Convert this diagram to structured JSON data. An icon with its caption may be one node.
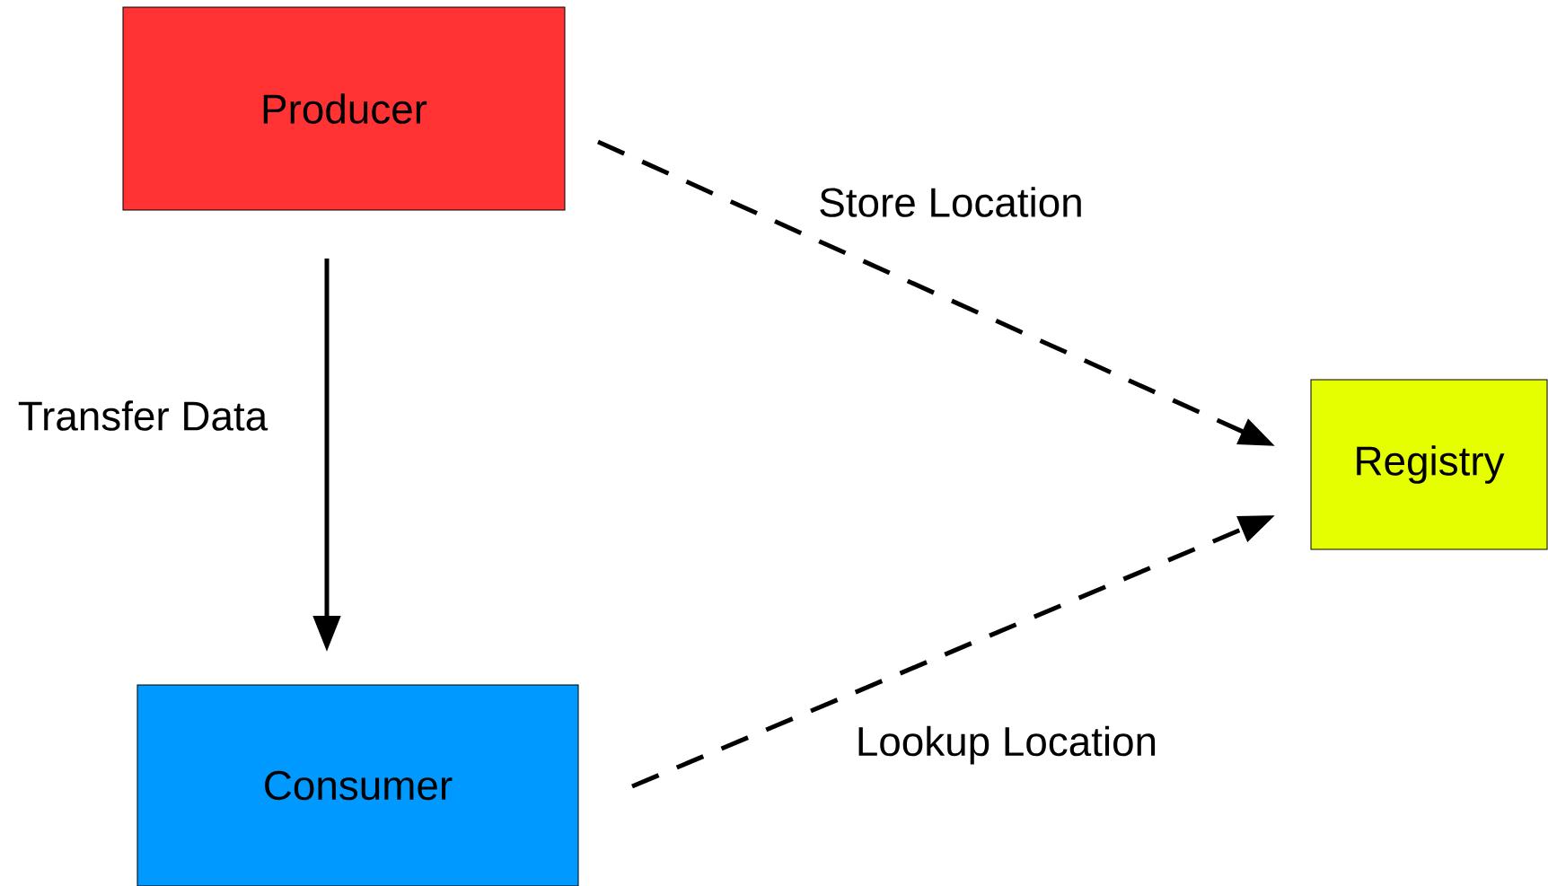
{
  "diagram": {
    "nodes": [
      {
        "text": [
          "Producer"
        ]
      },
      {
        "text": [
          "Consumer"
        ]
      },
      {
        "text": [
          "Registry"
        ]
      }
    ],
    "edges": [
      {
        "from": 0,
        "to": 1,
        "arrow": "to",
        "label": "Transfer Data"
      },
      {
        "from": 0,
        "to": 2,
        "arrow": "to",
        "label": "Store Location",
        "style": "dashed"
      },
      {
        "from": 1,
        "to": 2,
        "arrow": "to",
        "label": "Lookup Location",
        "style": "dashed"
      }
    ]
  }
}
